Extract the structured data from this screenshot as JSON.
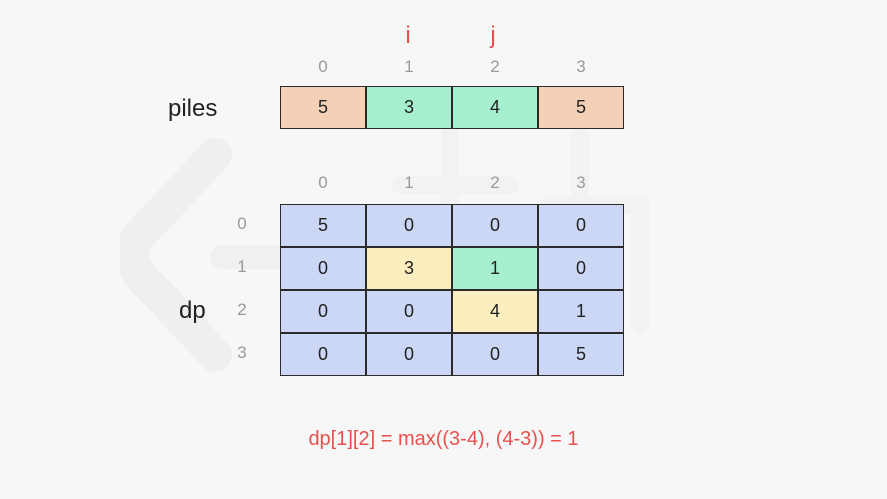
{
  "pointers": {
    "i": "i",
    "j": "j"
  },
  "piles": {
    "label": "piles",
    "indices": [
      "0",
      "1",
      "2",
      "3"
    ],
    "values": [
      "5",
      "3",
      "4",
      "5"
    ],
    "colors": [
      "orange",
      "green",
      "green",
      "orange"
    ]
  },
  "dp": {
    "label": "dp",
    "col_indices": [
      "0",
      "1",
      "2",
      "3"
    ],
    "row_indices": [
      "0",
      "1",
      "2",
      "3"
    ],
    "rows": [
      {
        "values": [
          "5",
          "0",
          "0",
          "0"
        ],
        "colors": [
          "blue",
          "blue",
          "blue",
          "blue"
        ]
      },
      {
        "values": [
          "0",
          "3",
          "1",
          "0"
        ],
        "colors": [
          "blue",
          "yellow",
          "green",
          "blue"
        ]
      },
      {
        "values": [
          "0",
          "0",
          "4",
          "1"
        ],
        "colors": [
          "blue",
          "blue",
          "yellow",
          "blue"
        ]
      },
      {
        "values": [
          "0",
          "0",
          "0",
          "5"
        ],
        "colors": [
          "blue",
          "blue",
          "blue",
          "blue"
        ]
      }
    ]
  },
  "formula": "dp[1][2] = max((3-4), (4-3)) = 1",
  "palette": {
    "orange": "#f4d1b6",
    "green": "#a7f0cf",
    "blue": "#ccd6f5",
    "yellow": "#fdeec0",
    "accent": "#e8504f"
  }
}
